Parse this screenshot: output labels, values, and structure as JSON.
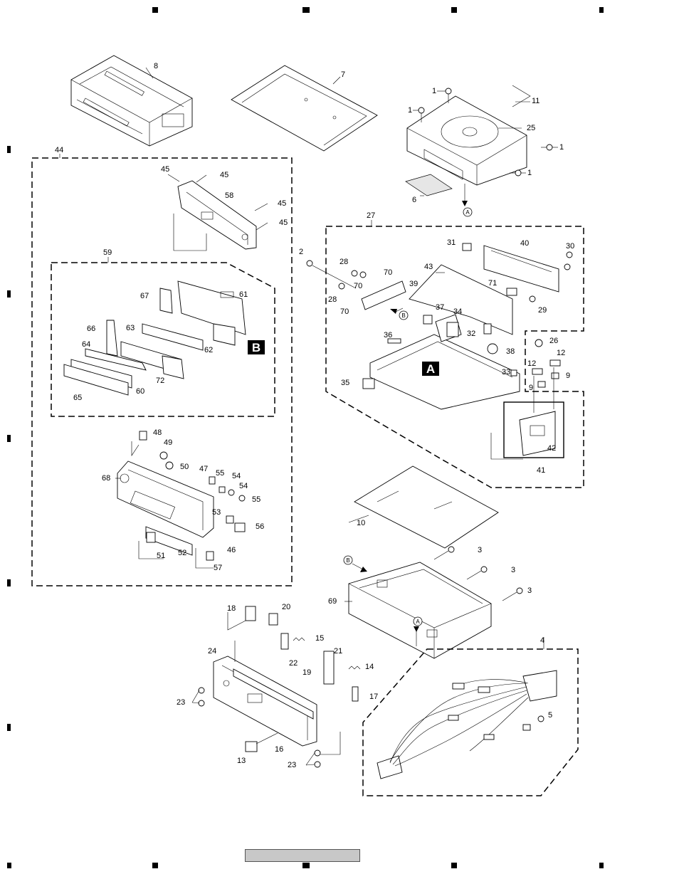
{
  "diagram": {
    "callouts": {
      "c1a": "1",
      "c1b": "1",
      "c1c": "1",
      "c1d": "1",
      "c2": "2",
      "c3a": "3",
      "c3b": "3",
      "c3c": "3",
      "c4": "4",
      "c5": "5",
      "c6": "6",
      "c7": "7",
      "c8": "8",
      "c9a": "9",
      "c9b": "9",
      "c10": "10",
      "c11": "11",
      "c12a": "12",
      "c12b": "12",
      "c13": "13",
      "c14": "14",
      "c15": "15",
      "c16": "16",
      "c17": "17",
      "c18": "18",
      "c19": "19",
      "c20": "20",
      "c21": "21",
      "c22": "22",
      "c23a": "23",
      "c23b": "23",
      "c24": "24",
      "c25": "25",
      "c26": "26",
      "c27": "27",
      "c28a": "28",
      "c28b": "28",
      "c29": "29",
      "c30": "30",
      "c31": "31",
      "c32": "32",
      "c33": "33",
      "c34": "34",
      "c35": "35",
      "c36": "36",
      "c37": "37",
      "c38": "38",
      "c39": "39",
      "c40": "40",
      "c41": "41",
      "c42": "42",
      "c43": "43",
      "c44": "44",
      "c45a": "45",
      "c45b": "45",
      "c45c": "45",
      "c45d": "45",
      "c46": "46",
      "c47": "47",
      "c48": "48",
      "c49": "49",
      "c50": "50",
      "c51": "51",
      "c52": "52",
      "c53": "53",
      "c54a": "54",
      "c54b": "54",
      "c55a": "55",
      "c55b": "55",
      "c56": "56",
      "c57": "57",
      "c58": "58",
      "c59": "59",
      "c60": "60",
      "c61": "61",
      "c62": "62",
      "c63": "63",
      "c64": "64",
      "c65": "65",
      "c66": "66",
      "c67": "67",
      "c68": "68",
      "c69": "69",
      "c70a": "70",
      "c70b": "70",
      "c70c": "70",
      "c71": "71",
      "c72": "72"
    },
    "section_labels": {
      "a": "A",
      "b": "B"
    },
    "reference_markers": {
      "a1": "A",
      "a2": "A",
      "b1": "B",
      "b2": "B"
    }
  }
}
